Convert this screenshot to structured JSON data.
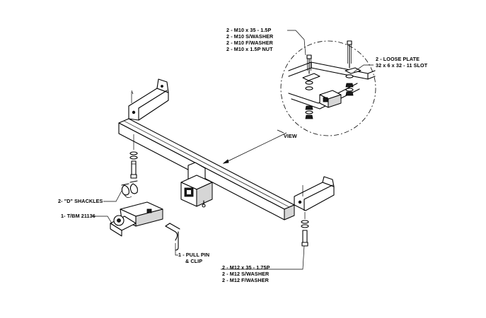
{
  "labels": {
    "upper_bolts": [
      "2 - M10 x 35 - 1.5P",
      "2 - M10 S/WASHER",
      "2 - M10 F/WASHER",
      "2 - M10 x 1.5P NUT"
    ],
    "loose_plate": [
      "2 - LOOSE PLATE",
      "32 x 6 x 32 - 11 SLOT"
    ],
    "view": "VIEW",
    "shackles": "2- \"D\" SHACKLES",
    "tongue": "1- T/BM 21136",
    "pull_pin": [
      "1 - PULL PIN",
      "& CLIP"
    ],
    "lower_bolts": [
      "2 - M12 x 35 - 1.75P",
      "2 - M12 S/WASHER",
      "2 - M12 F/WASHER"
    ]
  }
}
